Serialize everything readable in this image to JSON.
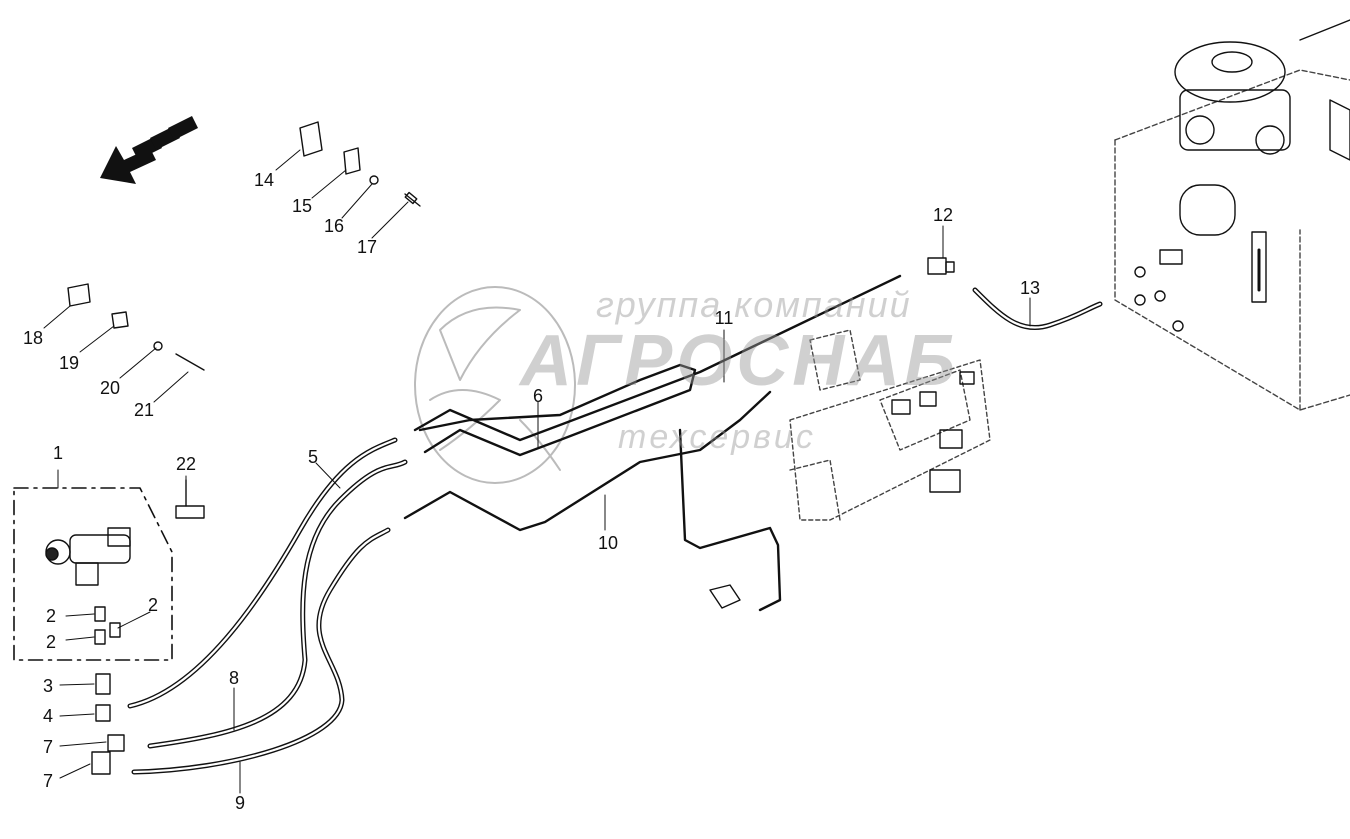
{
  "watermark": {
    "line1": "группа компаний",
    "line2": "АГРОСНАБ",
    "line3": "техсервис"
  },
  "callouts": [
    "1",
    "2",
    "2",
    "2",
    "3",
    "4",
    "5",
    "6",
    "7",
    "7",
    "8",
    "9",
    "10",
    "11",
    "12",
    "13",
    "14",
    "15",
    "16",
    "17",
    "18",
    "19",
    "20",
    "21",
    "22"
  ]
}
